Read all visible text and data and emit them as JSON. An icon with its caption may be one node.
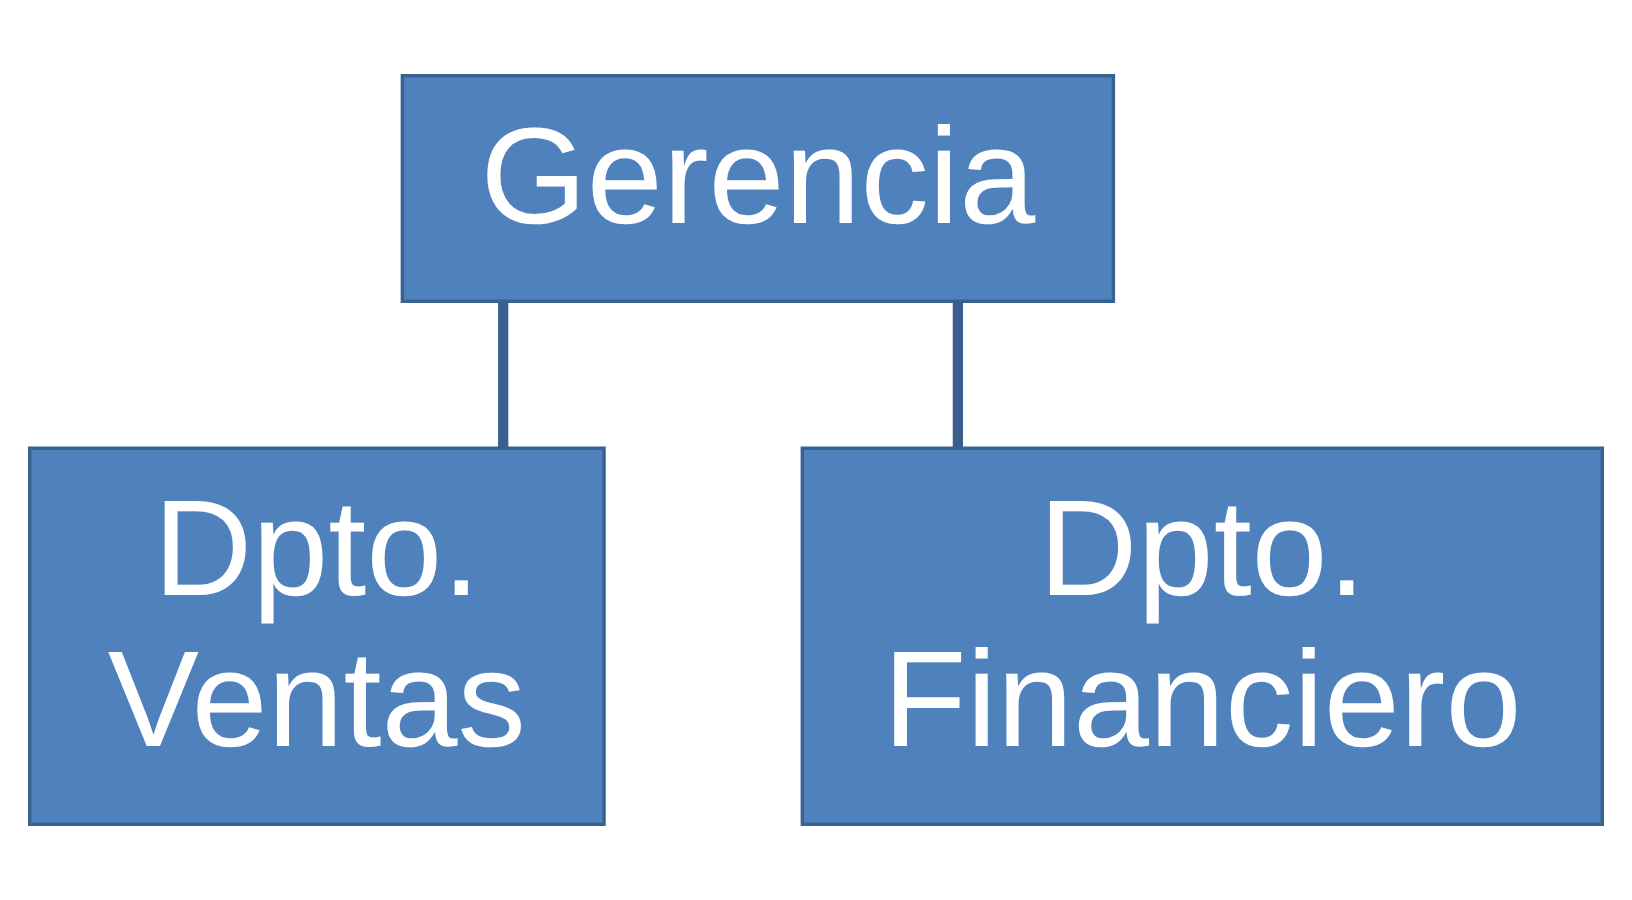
{
  "diagram": {
    "nodes": [
      {
        "text": [
          "Gerencia"
        ]
      },
      {
        "text": [
          "Dpto. Ventas"
        ]
      },
      {
        "text": [
          "Dpto. Financiero"
        ]
      }
    ],
    "edges": [
      {
        "from": 0,
        "to": 1,
        "arrow": "none"
      },
      {
        "from": 0,
        "to": 2,
        "arrow": "none"
      }
    ]
  }
}
